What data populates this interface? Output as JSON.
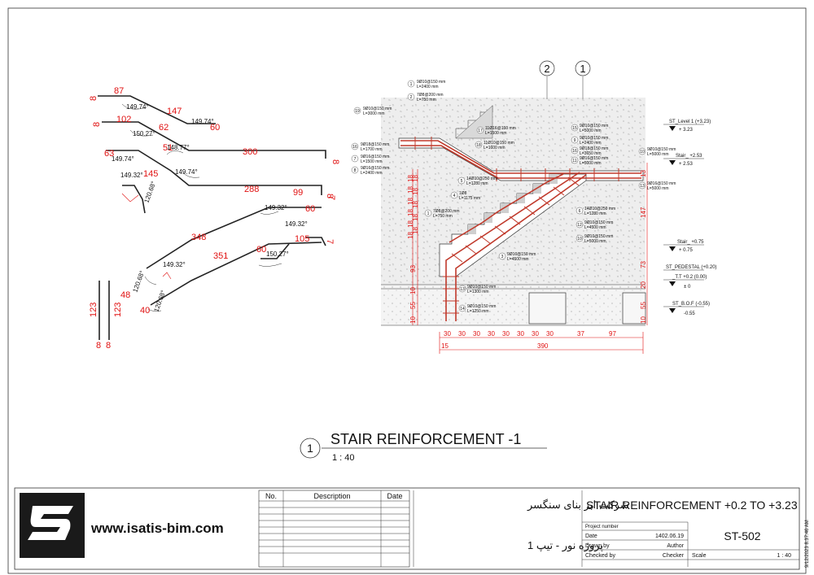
{
  "drawing": {
    "title": "STAIR REINFORCEMENT -1",
    "view_number": "1",
    "scale": "1 : 40",
    "grid_labels": [
      "2",
      "1"
    ]
  },
  "bar_shapes": {
    "dimensions": [
      "87",
      "147",
      "60",
      "102",
      "62",
      "51",
      "300",
      "63",
      "145",
      "288",
      "99",
      "60",
      "348",
      "105",
      "351",
      "60",
      "48",
      "40",
      "123",
      "123",
      "8",
      "8",
      "8",
      "8",
      "8",
      "8",
      "7",
      "7"
    ],
    "angles": [
      "149.74°",
      "149.74°",
      "150.27°",
      "148.77°",
      "149.74°",
      "149.74°",
      "149.32°",
      "120.68°",
      "149.32°",
      "149.32°",
      "149.32°",
      "150.27°",
      "120.68°",
      "120.68°"
    ]
  },
  "section": {
    "rebar_notes": [
      {
        "no": "1",
        "spec": "9Ø10@150 mm",
        "len": "L=2400 mm"
      },
      {
        "no": "2",
        "spec": "7Ø8@200 mm",
        "len": "L=750 mm"
      },
      {
        "no": "19",
        "spec": "9Ø10@150 mm",
        "len": "L=3000 mm"
      },
      {
        "no": "16",
        "spec": "9Ø18@150 mm",
        "len": "L=1700 mm"
      },
      {
        "no": "7",
        "spec": "9Ø16@150 mm",
        "len": "L=1500 mm"
      },
      {
        "no": "8",
        "spec": "9Ø16@150 mm",
        "len": "L=2400 mm"
      },
      {
        "no": "17",
        "spec": "11Ø16@150 mm",
        "len": "L=1500 mm"
      },
      {
        "no": "18",
        "spec": "11Ø10@150 mm",
        "len": "L=1600 mm"
      },
      {
        "no": "15",
        "spec": "9Ø10@150 mm",
        "len": "L=5000 mm"
      },
      {
        "no": "9",
        "spec": "9Ø10@150 mm",
        "len": "L=2400 mm"
      },
      {
        "no": "16",
        "spec": "9Ø18@150 mm",
        "len": "L=3650 mm"
      },
      {
        "no": "11",
        "spec": "9Ø16@150 mm",
        "len": "L=5000 mm"
      },
      {
        "no": "5",
        "spec": "14Ø10@250 mm",
        "len": "L=1280 mm"
      },
      {
        "no": "4",
        "spec": "1Ø8",
        "len": "L=1175 mm"
      },
      {
        "no": "6",
        "spec": "14Ø10@250 mm",
        "len": "L=1280 mm"
      },
      {
        "no": "12",
        "spec": "9Ø10@150 mm",
        "len": "L=4500 mm"
      },
      {
        "no": "1",
        "spec": "7Ø8@200 mm",
        "len": "L=750 mm"
      },
      {
        "no": "10",
        "spec": "9Ø10@150 mm",
        "len": "L=5000 mm"
      },
      {
        "no": "3",
        "spec": "9Ø10@150 mm",
        "len": "L=4500 mm"
      },
      {
        "no": "13",
        "spec": "9Ø10@150 mm",
        "len": "L=1300 mm"
      },
      {
        "no": "14",
        "spec": "9Ø10@150 mm",
        "len": "L=1250 mm"
      },
      {
        "no": "10",
        "spec": "9Ø10@150 mm",
        "len": "L=5000 mm"
      },
      {
        "no": "13",
        "spec": "9Ø16@150 mm",
        "len": "L=5000 mm"
      }
    ],
    "vertical_dims": [
      "18",
      "18",
      "18",
      "18",
      "18",
      "18",
      "18",
      "18",
      "18",
      "18",
      "18",
      "93",
      "10",
      "55",
      "10",
      "13",
      "147",
      "73",
      "20",
      "55",
      "10"
    ],
    "horizontal_dims": [
      "30",
      "30",
      "30",
      "30",
      "30",
      "30",
      "30",
      "30",
      "37",
      "97",
      "15",
      "390"
    ],
    "levels": [
      {
        "name": "ST_Level 1 (+3.23)",
        "value": "+ 3.23"
      },
      {
        "name": "Stair_ +2.53",
        "value": "+ 2.53"
      },
      {
        "name": "Stair_ +0.75",
        "value": "+ 0.75"
      },
      {
        "name": "ST_PEDESTAL (+0.20)",
        "value": ""
      },
      {
        "name": "_T.T +0.2 (0.00)",
        "value": "± 0"
      },
      {
        "name": "ST_B.O.F (-0.55)",
        "value": "-0.55"
      }
    ]
  },
  "title_block": {
    "website": "www.isatis-bim.com",
    "revision_headers": {
      "no": "No.",
      "description": "Description",
      "date": "Date"
    },
    "company": "شرکت ابر بنای سنگسر",
    "project": "پروژه نور - تیپ 1",
    "sheet_title": "STAIR REINFORCEMENT  +0.2 TO +3.23",
    "project_number_label": "Project number",
    "date_label": "Date",
    "date_value": "1402.06.19",
    "drawn_by_label": "Drawn by",
    "drawn_by_value": "Author",
    "checked_by_label": "Checked by",
    "checked_by_value": "Checker",
    "sheet_number": "ST-502",
    "scale_label": "Scale",
    "scale_value": "1 : 40",
    "timestamp": "9/12/2023 8:37:46 AM"
  }
}
